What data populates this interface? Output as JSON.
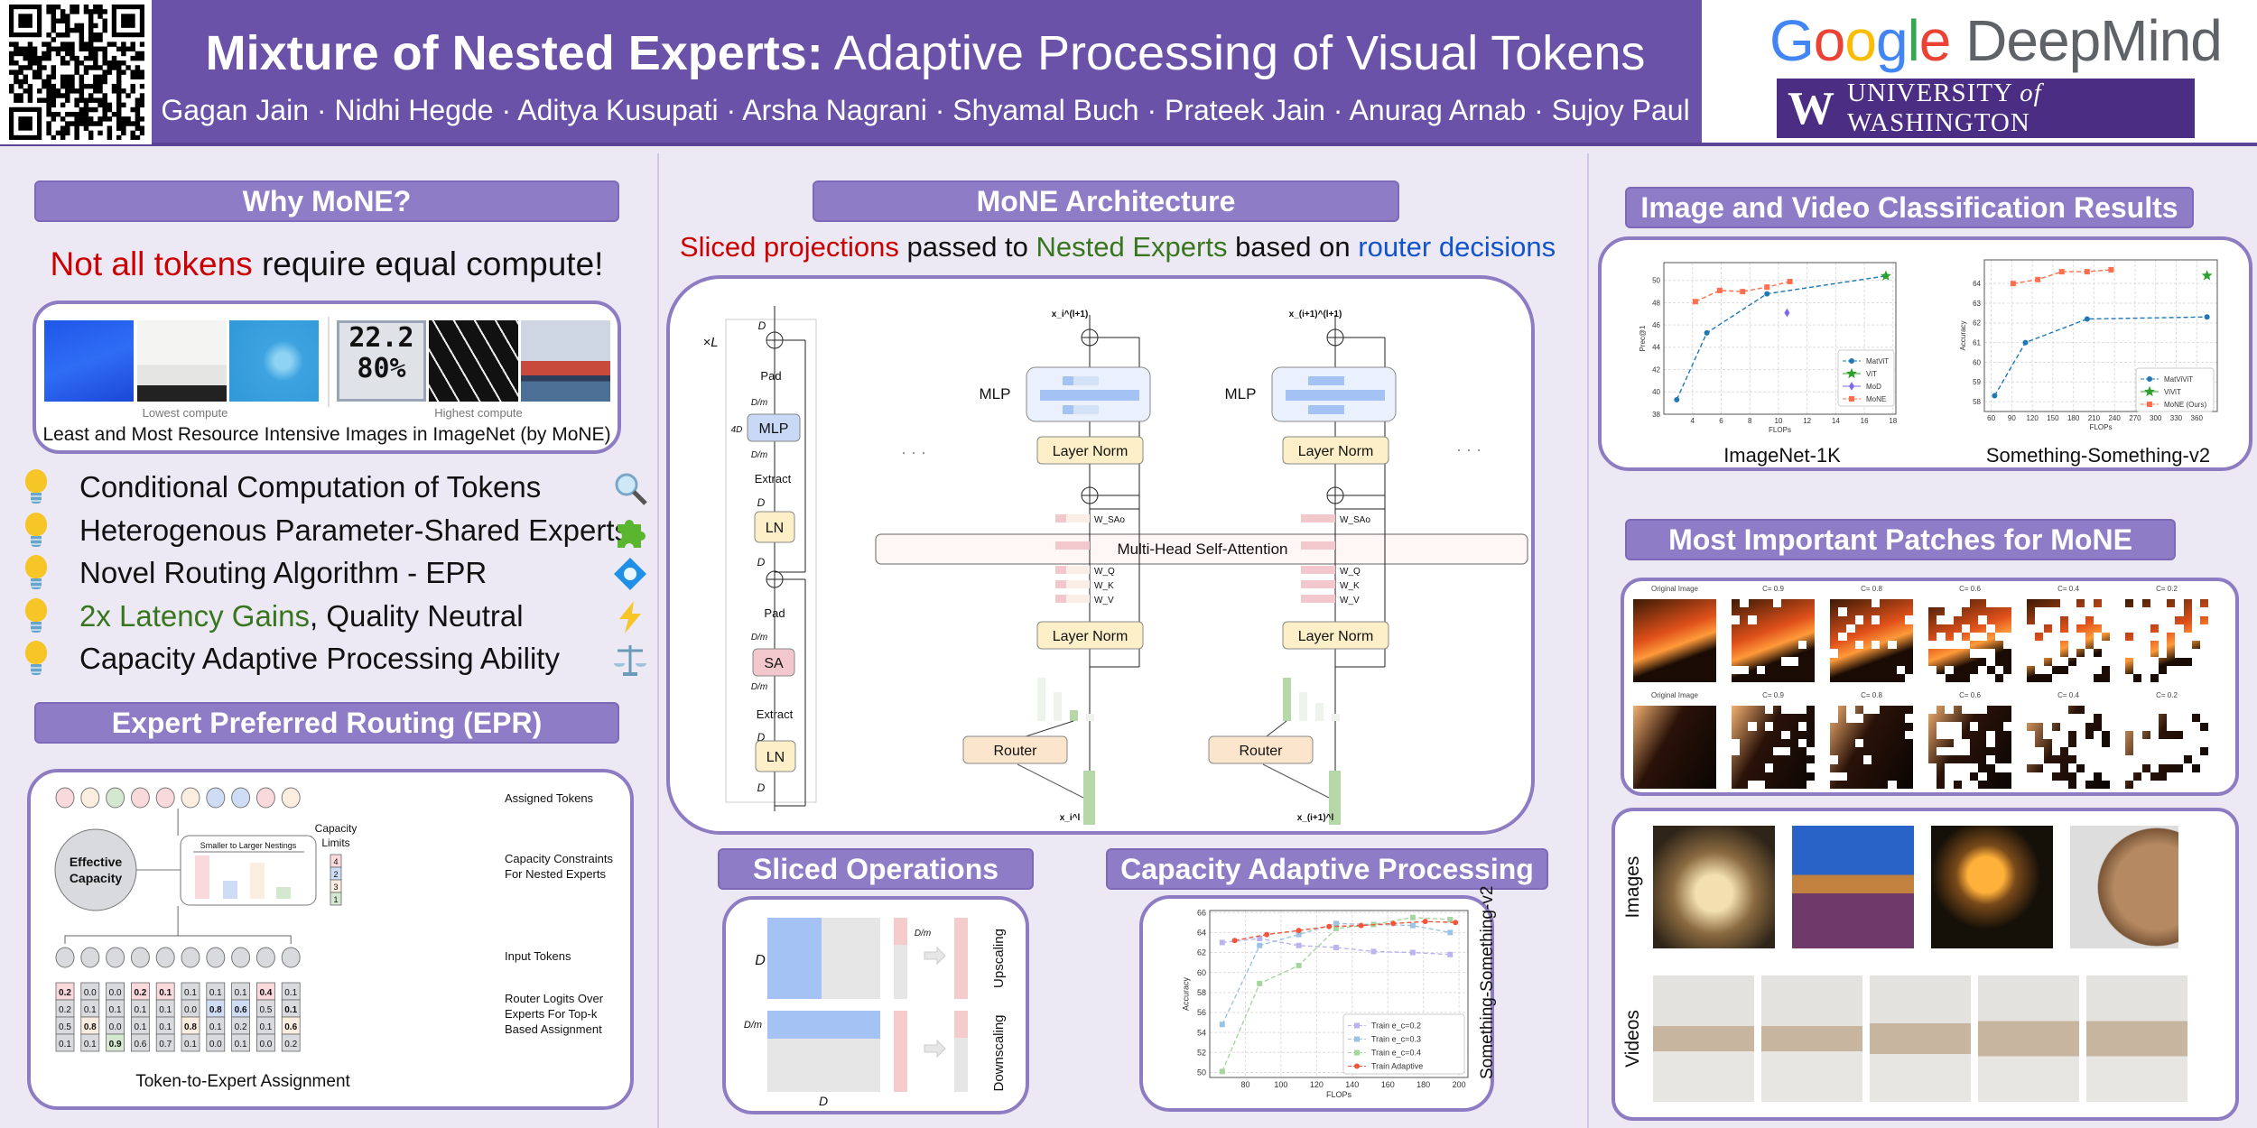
{
  "header": {
    "title_bold": "Mixture of Nested Experts:",
    "title_rest": " Adaptive Processing of Visual Tokens",
    "authors": "Gagan Jain · Nidhi Hegde · Aditya Kusupati · Arsha Nagrani · Shyamal Buch · Prateek Jain · Anurag Arnab · Sujoy Paul",
    "logo_google": "Google",
    "logo_deepmind": "DeepMind",
    "logo_uw_w": "W",
    "logo_uw_text_a": "UNIVERSITY ",
    "logo_uw_of": "of",
    "logo_uw_text_b": " WASHINGTON",
    "colors": {
      "band": "#6a52a8",
      "google_blue": "#4285f4",
      "google_red": "#ea4335",
      "google_yellow": "#fbbc05",
      "google_green": "#34a853",
      "uw_purple": "#4b2e83"
    }
  },
  "why": {
    "heading": "Why MoNE?",
    "tagline_red": "Not all tokens",
    "tagline_rest": " require equal compute!",
    "lowest": "Lowest compute",
    "highest": "Highest compute",
    "thermo_a": "22.2",
    "thermo_b": "80%",
    "image_caption": "Least and Most Resource Intensive Images in ImageNet (by MoNE)",
    "bullets": [
      {
        "text": "Conditional Computation of Tokens",
        "icon": "magnifier-icon"
      },
      {
        "text": "Heterogenous Parameter-Shared Experts",
        "icon": "puzzle-icon"
      },
      {
        "text": "Novel Routing Algorithm - EPR",
        "icon": "diamond-icon"
      },
      {
        "text_green": "2x Latency Gains",
        "text": ", Quality Neutral",
        "icon": "lightning-icon"
      },
      {
        "text": "Capacity Adaptive Processing Ability",
        "icon": "scales-icon"
      }
    ]
  },
  "epr": {
    "heading": "Expert Preferred Routing (EPR)",
    "effective_capacity_1": "Effective",
    "effective_capacity_2": "Capacity",
    "nesting_label": "Smaller to Larger Nestings",
    "capacity_limits_1": "Capacity",
    "capacity_limits_2": "Limits",
    "capacity_limits": [
      "4",
      "2",
      "3",
      "1"
    ],
    "expert_colors": [
      "#f9d9dc",
      "#cfdcf5",
      "#fbeee0",
      "#d3e8cf"
    ],
    "label_assigned": "Assigned Tokens",
    "label_constraints_1": "Capacity Constraints",
    "label_constraints_2": "For Nested Experts",
    "label_input": "Input Tokens",
    "label_logits_1": "Router Logits Over",
    "label_logits_2": "Experts For Top-k",
    "label_logits_3": "Based Assignment",
    "caption": "Token-to-Expert Assignment",
    "tokens": [
      {
        "logits": [
          "0.2",
          "0.2",
          "0.5",
          "0.1"
        ],
        "assigned": 0,
        "bold": [
          0
        ]
      },
      {
        "logits": [
          "0.0",
          "0.1",
          "0.8",
          "0.1"
        ],
        "assigned": 2,
        "bold": [
          2
        ]
      },
      {
        "logits": [
          "0.0",
          "0.1",
          "0.0",
          "0.9"
        ],
        "assigned": 3,
        "bold": [
          3
        ]
      },
      {
        "logits": [
          "0.2",
          "0.1",
          "0.1",
          "0.6"
        ],
        "assigned": 0,
        "bold": [
          0
        ]
      },
      {
        "logits": [
          "0.1",
          "0.1",
          "0.1",
          "0.7"
        ],
        "assigned": 0,
        "bold": [
          0
        ]
      },
      {
        "logits": [
          "0.1",
          "0.0",
          "0.8",
          "0.1"
        ],
        "assigned": 2,
        "bold": [
          2
        ]
      },
      {
        "logits": [
          "0.1",
          "0.8",
          "0.1",
          "0.0"
        ],
        "assigned": 1,
        "bold": [
          1
        ]
      },
      {
        "logits": [
          "0.1",
          "0.6",
          "0.2",
          "0.1"
        ],
        "assigned": 1,
        "bold": [
          1
        ]
      },
      {
        "logits": [
          "0.4",
          "0.5",
          "0.1",
          "0.0"
        ],
        "assigned": 0,
        "bold": [
          0
        ]
      },
      {
        "logits": [
          "0.1",
          "0.1",
          "0.6",
          "0.2"
        ],
        "assigned": 2,
        "bold": [
          1,
          2
        ]
      }
    ]
  },
  "arch": {
    "heading": "MoNE Architecture",
    "subtitle_red": "Sliced projections",
    "subtitle_mid1": " passed to ",
    "subtitle_green": "Nested Experts",
    "subtitle_mid2": " based on ",
    "subtitle_blue": "router decisions",
    "times_L": "×L",
    "D": "D",
    "D_m": "D/m",
    "four_D": "4D",
    "pad": "Pad",
    "extract": "Extract",
    "mlp": "MLP",
    "ln": "LN",
    "sa": "SA",
    "layer_norm": "Layer Norm",
    "router": "Router",
    "mhsa": "Multi-Head Self-Attention",
    "w_sao": "W_SAo",
    "w_q": "W_Q",
    "w_k": "W_K",
    "w_v": "W_V",
    "x_out_1": "x_i^(l+1)",
    "x_out_2": "x_(i+1)^(l+1)",
    "x_in_1": "x_i^l",
    "x_in_2": "x_(i+1)^l",
    "ellipsis": "· · ·"
  },
  "sliced": {
    "heading": "Sliced Operations",
    "D": "D",
    "D_m": "D/m",
    "upscaling": "Upscaling",
    "downscaling": "Downscaling"
  },
  "capacity": {
    "heading": "Capacity Adaptive Processing",
    "side_label": "Something-Something-v2"
  },
  "results": {
    "heading": "Image and Video Classification Results",
    "caption_1": "ImageNet-1K",
    "caption_2": "Something-Something-v2"
  },
  "patches": {
    "heading": "Most Important Patches for MoNE",
    "labels": [
      "Original Image",
      "C= 0.9",
      "C= 0.8",
      "C= 0.6",
      "C= 0.4",
      "C= 0.2"
    ],
    "keep_fraction": [
      1.0,
      0.9,
      0.8,
      0.6,
      0.4,
      0.2
    ]
  },
  "media": {
    "images_label": "Images",
    "videos_label": "Videos"
  },
  "chart_data": [
    {
      "type": "line",
      "xlabel": "FLOPs",
      "ylabel": "Prec@1",
      "xlim": [
        2,
        18.2
      ],
      "ylim": [
        38,
        51.6
      ],
      "xticks": [
        4,
        6,
        8,
        10,
        12,
        14,
        16,
        18
      ],
      "yticks": [
        38,
        40,
        42,
        44,
        46,
        48,
        50
      ],
      "grid": true,
      "legend": "bottom-right",
      "series": [
        {
          "name": "MatViT",
          "color": "#1f77b4",
          "marker": "circle",
          "dashed": true,
          "x": [
            2.9,
            5.0,
            9.2,
            17.5
          ],
          "y": [
            39.3,
            45.3,
            48.8,
            50.4
          ]
        },
        {
          "name": "ViT",
          "color": "#2ca02c",
          "marker": "star",
          "x": [
            17.5
          ],
          "y": [
            50.4
          ]
        },
        {
          "name": "MoD",
          "color": "#7b68ee",
          "marker": "diamond",
          "x": [
            10.6
          ],
          "y": [
            47.1
          ]
        },
        {
          "name": "MoNE",
          "color": "#ff6f4e",
          "marker": "square",
          "dashed": true,
          "x": [
            4.2,
            5.9,
            7.5,
            9.2,
            10.8
          ],
          "y": [
            48.1,
            49.1,
            49.0,
            49.4,
            49.9
          ]
        }
      ]
    },
    {
      "type": "line",
      "xlabel": "FLOPs",
      "ylabel": "Accuracy",
      "xlim": [
        50,
        390
      ],
      "ylim": [
        57.5,
        65.2
      ],
      "xticks": [
        60,
        90,
        120,
        150,
        180,
        210,
        240,
        270,
        300,
        330,
        360
      ],
      "yticks": [
        58,
        59,
        60,
        61,
        62,
        63,
        64
      ],
      "grid": true,
      "legend": "bottom-right",
      "series": [
        {
          "name": "MatViViT",
          "color": "#1f77b4",
          "marker": "circle",
          "dashed": true,
          "x": [
            65,
            110,
            200,
            375
          ],
          "y": [
            58.3,
            61.0,
            62.2,
            62.3
          ]
        },
        {
          "name": "ViViT",
          "color": "#2ca02c",
          "marker": "star",
          "x": [
            375
          ],
          "y": [
            64.4
          ]
        },
        {
          "name": "MoNE (Ours)",
          "color": "#ff6f4e",
          "marker": "square",
          "dashed": true,
          "x": [
            92,
            128,
            163,
            200,
            235
          ],
          "y": [
            64.0,
            64.2,
            64.6,
            64.6,
            64.7
          ]
        }
      ]
    },
    {
      "type": "line",
      "xlabel": "FLOPs",
      "ylabel": "Accuracy",
      "xlim": [
        60,
        205
      ],
      "ylim": [
        49.5,
        66.2
      ],
      "xticks": [
        80,
        100,
        120,
        140,
        160,
        180,
        200
      ],
      "yticks": [
        50,
        52,
        54,
        56,
        58,
        60,
        62,
        64,
        66
      ],
      "grid": true,
      "legend": "bottom-right",
      "series": [
        {
          "name": "Train e_c=0.2",
          "color": "#b9b4f0",
          "marker": "square",
          "dashed": true,
          "x": [
            67,
            88,
            110,
            131,
            152,
            174,
            195
          ],
          "y": [
            63.0,
            63.4,
            62.7,
            62.5,
            62.1,
            62.0,
            61.8
          ]
        },
        {
          "name": "Train e_c=0.3",
          "color": "#9cc3e4",
          "marker": "square",
          "dashed": true,
          "x": [
            67,
            88,
            110,
            131,
            152,
            174,
            195
          ],
          "y": [
            54.8,
            62.7,
            63.8,
            64.9,
            64.8,
            64.7,
            64.0
          ]
        },
        {
          "name": "Train e_c=0.4",
          "color": "#a6d5a0",
          "marker": "square",
          "dashed": true,
          "x": [
            67,
            88,
            110,
            131,
            152,
            174,
            195
          ],
          "y": [
            50.1,
            58.9,
            60.7,
            64.4,
            64.8,
            65.5,
            65.3
          ]
        },
        {
          "name": "Train Adaptive",
          "color": "#f4553a",
          "marker": "circle",
          "dashed": true,
          "x": [
            74,
            92,
            110,
            127,
            145,
            163,
            181,
            198
          ],
          "y": [
            63.2,
            63.8,
            64.2,
            64.6,
            64.7,
            64.9,
            65.1,
            65.0
          ]
        }
      ]
    }
  ]
}
